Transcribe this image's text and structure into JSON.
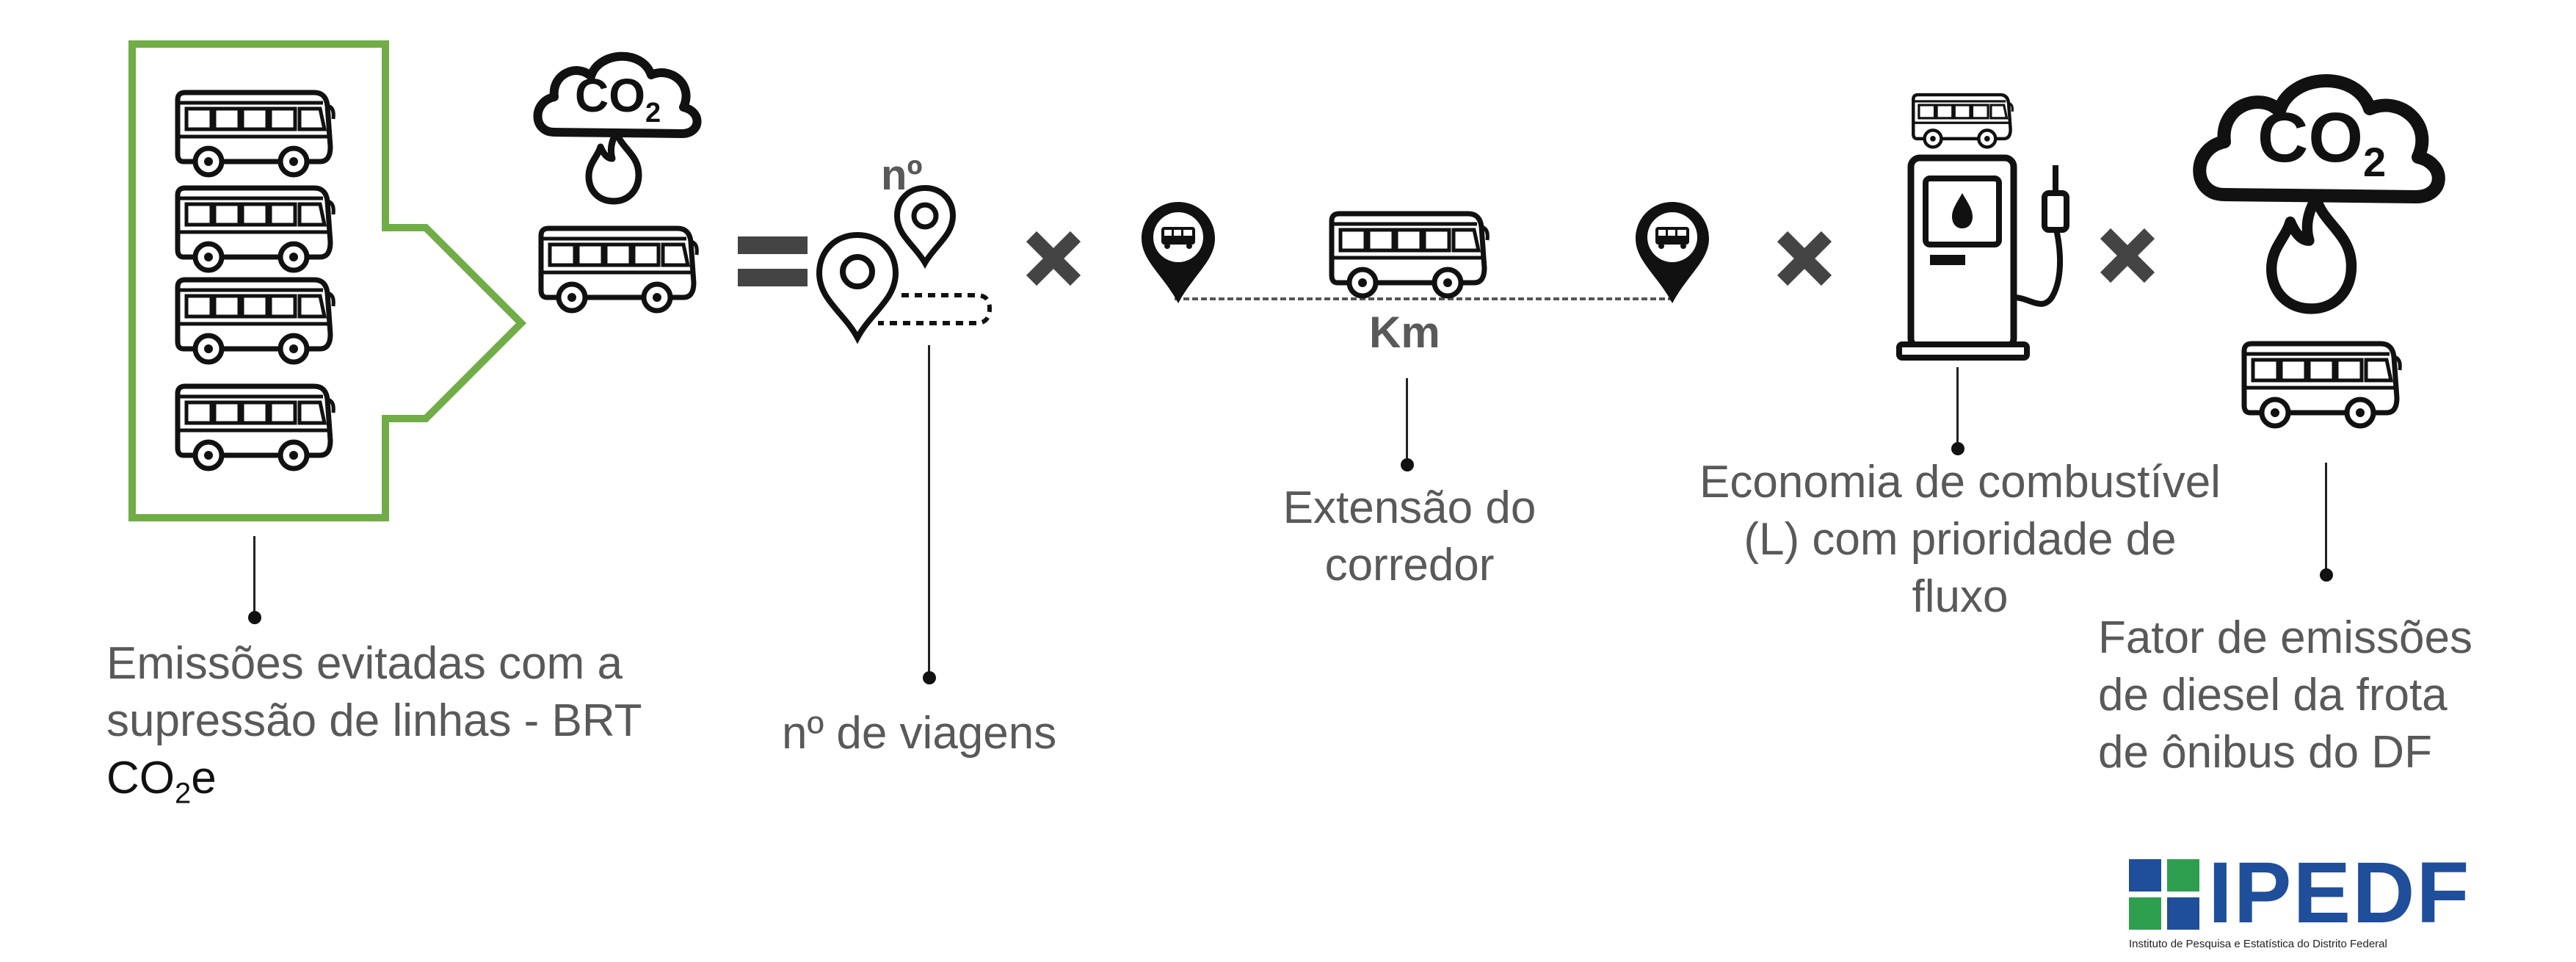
{
  "colors": {
    "accent_green": "#70ad47",
    "icon_black": "#111111",
    "text_gray": "#595959",
    "operator_gray": "#444444",
    "logo_blue": "#1f4e9a",
    "logo_green": "#2e9e4f"
  },
  "labels": {
    "avoided_line1": "Emissões evitadas com a",
    "avoided_line2": "supressão de linhas - BRT",
    "co2e_prefix": "CO",
    "co2e_sub": "2",
    "co2e_suffix": "e",
    "trips": "nº de viagens",
    "corridor_line1": "Extensão do",
    "corridor_line2": "corredor",
    "fuel_line1": "Economia de combustível",
    "fuel_line2": "(L) com prioridade de",
    "fuel_line3": "fluxo",
    "factor_line1": "Fator de emissões",
    "factor_line2": "de diesel da frota",
    "factor_line3": "de ônibus do DF"
  },
  "icons": {
    "no_badge": "nº",
    "km": "Km",
    "co2_main": "CO",
    "co2_sub": "2"
  },
  "logo": {
    "name": "IPEDF",
    "tagline": "Instituto de Pesquisa e Estatística do Distrito Federal"
  }
}
